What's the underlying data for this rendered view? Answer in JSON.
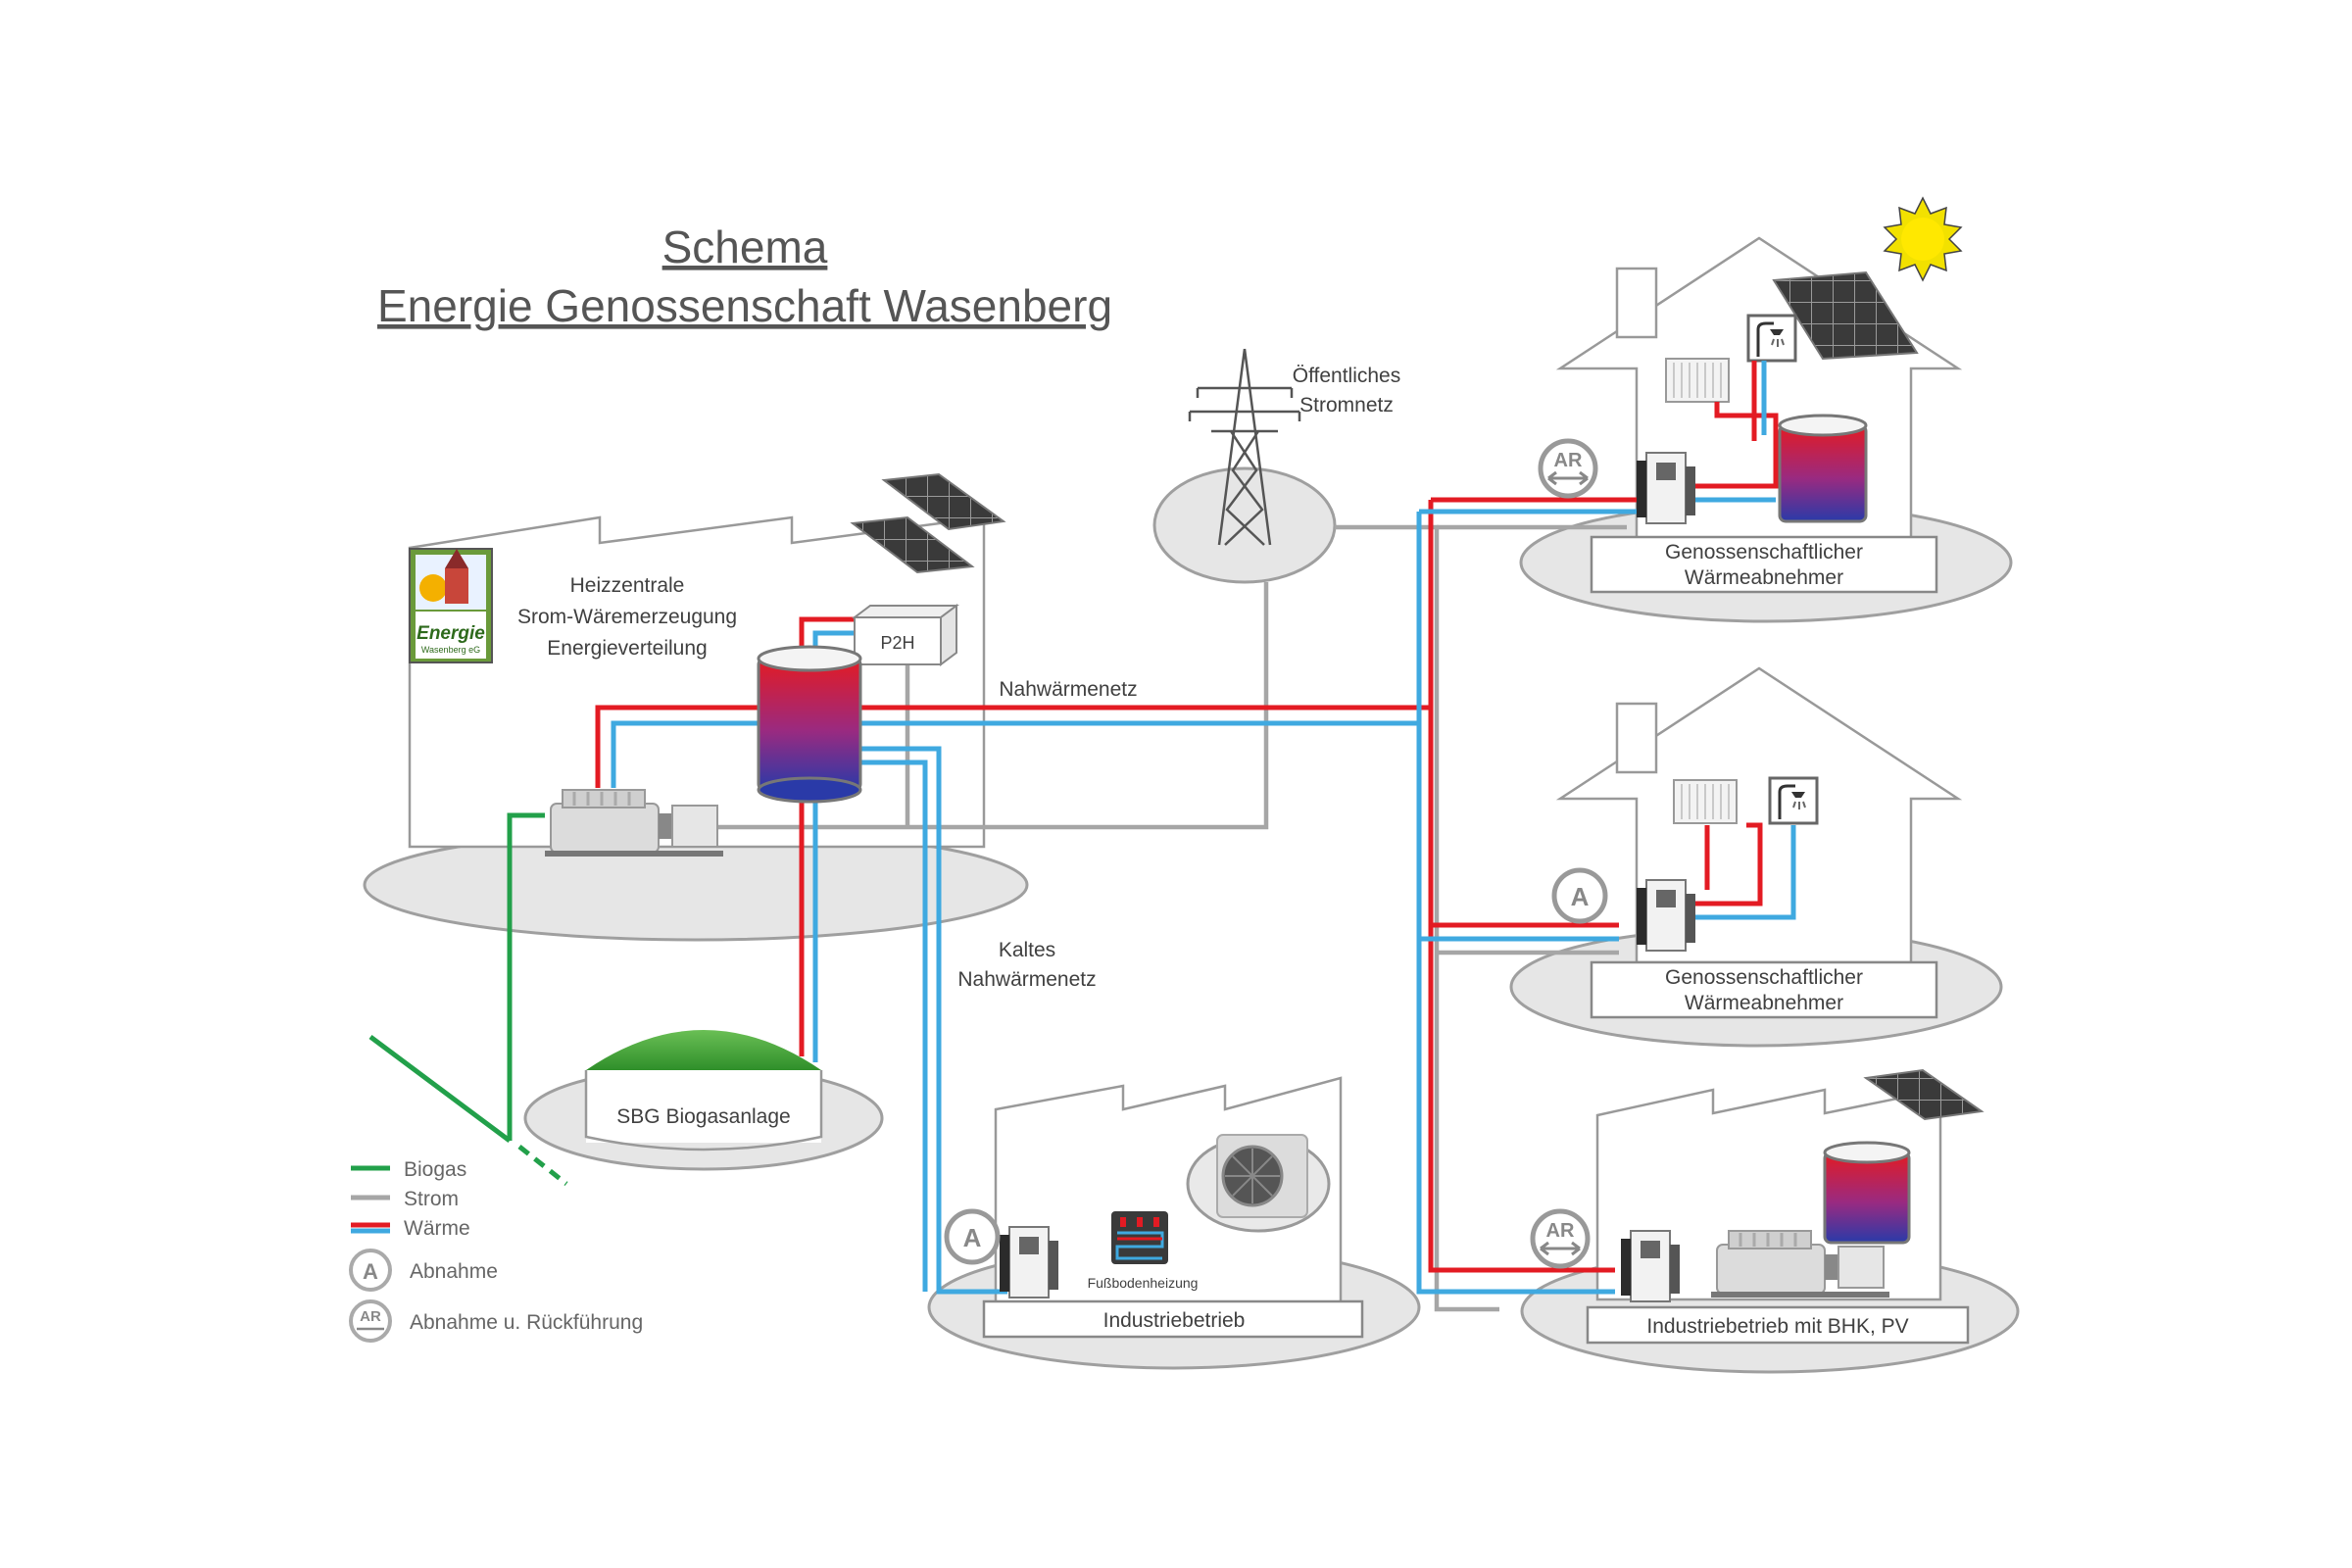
{
  "title": {
    "line1": "Schema",
    "line2": "Energie Genossenschaft Wasenberg"
  },
  "central": {
    "label_lines": [
      "Heizzentrale",
      "Srom-Wäremerzeugung",
      "Energieverteilung"
    ],
    "p2h": "P2H",
    "logo": {
      "word": "Energie",
      "sub": "Wasenberg eG"
    }
  },
  "grid": {
    "label_lines": [
      "Öffentliches",
      "Stromnetz"
    ]
  },
  "networks": {
    "warm": "Nahwärmenetz",
    "cold_lines": [
      "Kaltes",
      "Nahwärmenetz"
    ]
  },
  "biogas_plant": {
    "label": "SBG Biogasanlage"
  },
  "consumers": [
    {
      "label_lines": [
        "Genossenschaftlicher",
        "Wärmeabnehmer"
      ],
      "badge": "AR",
      "solar": true
    },
    {
      "label_lines": [
        "Genossenschaftlicher",
        "Wärmeabnehmer"
      ],
      "badge": "A",
      "solar": false
    },
    {
      "label": "Industriebetrieb",
      "badge": "A",
      "floor_heating": "Fußbodenheizung"
    },
    {
      "label": "Industriebetrieb mit BHK, PV",
      "badge": "AR"
    }
  ],
  "legend": {
    "items": [
      {
        "label": "Biogas",
        "color": "#22a04a"
      },
      {
        "label": "Strom",
        "color": "#a6a6a6"
      },
      {
        "label": "Wärme",
        "colors": [
          "#e31b23",
          "#3fa9e0"
        ]
      }
    ],
    "badges": [
      {
        "symbol": "A",
        "label": "Abnahme"
      },
      {
        "symbol": "AR",
        "label": "Abnahme u. Rückführung"
      }
    ]
  },
  "colors": {
    "warm": "#e31b23",
    "cold": "#3fa9e0",
    "power": "#a6a6a6",
    "biogas": "#22a04a",
    "ground": "#e6e6e6"
  },
  "icons": [
    "sun-icon",
    "solar-panel-icon",
    "pylon-icon",
    "storage-tank-icon",
    "heat-pump-icon",
    "radiator-icon",
    "shower-icon",
    "engine-icon",
    "fan-unit-icon",
    "floor-heating-icon",
    "logo-icon"
  ]
}
